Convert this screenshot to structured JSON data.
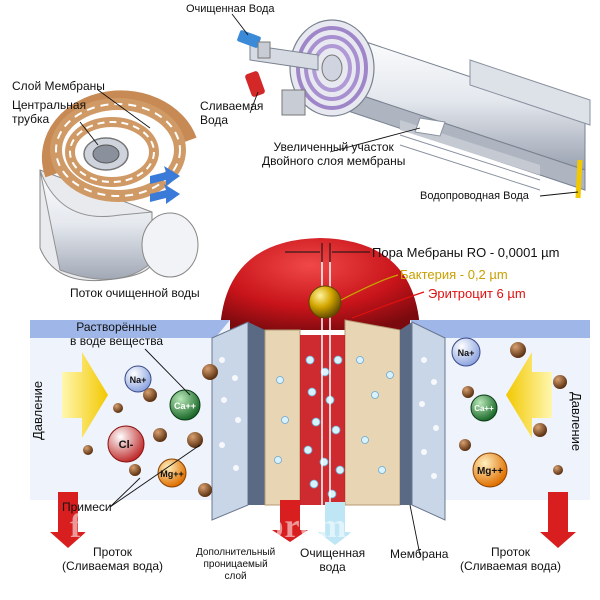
{
  "labels": {
    "top_clean_water": "Очищенная Вода",
    "membrane_layer": "Слой Мембраны",
    "central_tube_1": "Центральная",
    "central_tube_2": "трубка",
    "drain_water_1": "Сливаемая",
    "drain_water_2": "Вода",
    "enlarged_1": "Увеличенный участок",
    "enlarged_2": "Двойного слоя мембраны",
    "tap_water": "Водопроводная Вода",
    "clean_flow": "Поток очищенной воды",
    "ro_pore": "Пора Мебраны RO - 0,0001 µm",
    "bacteria": "Бактерия - 0,2 µm",
    "erythrocyte": "Эритроцит 6 µm",
    "dissolved_1": "Растворённые",
    "dissolved_2": "в воде вещества",
    "pressure_left": "Давление",
    "pressure_right": "Давление",
    "impurities": "Примеси",
    "flow_left_1": "Проток",
    "flow_left_2": "(Сливаемая вода)",
    "extra_layer_1": "Дополнительный",
    "extra_layer_2": "проницаемый",
    "extra_layer_3": "слой",
    "clean_water_bottom_1": "Очищенная",
    "clean_water_bottom_2": "вода",
    "membrane": "Мембрана",
    "flow_right_1": "Проток",
    "flow_right_2": "(Сливаемая вода)",
    "watermark": "filteroptima.prom.ua"
  },
  "ions": {
    "na_left": "Na+",
    "ca_left": "Ca++",
    "cl_left": "Cl-",
    "mg_left": "Mg++",
    "na_right": "Na+",
    "ca_right": "Ca++",
    "mg_right": "Mg++"
  },
  "colors": {
    "blood_red": "#c8141a",
    "bacteria_gold": "#c9a000",
    "label_red": "#e01010",
    "membrane_tan": "#e8d5b4",
    "water_blue": "#bfe6f5",
    "pressure_yellow": "#f5d200",
    "flow_red": "#d81e1e"
  }
}
